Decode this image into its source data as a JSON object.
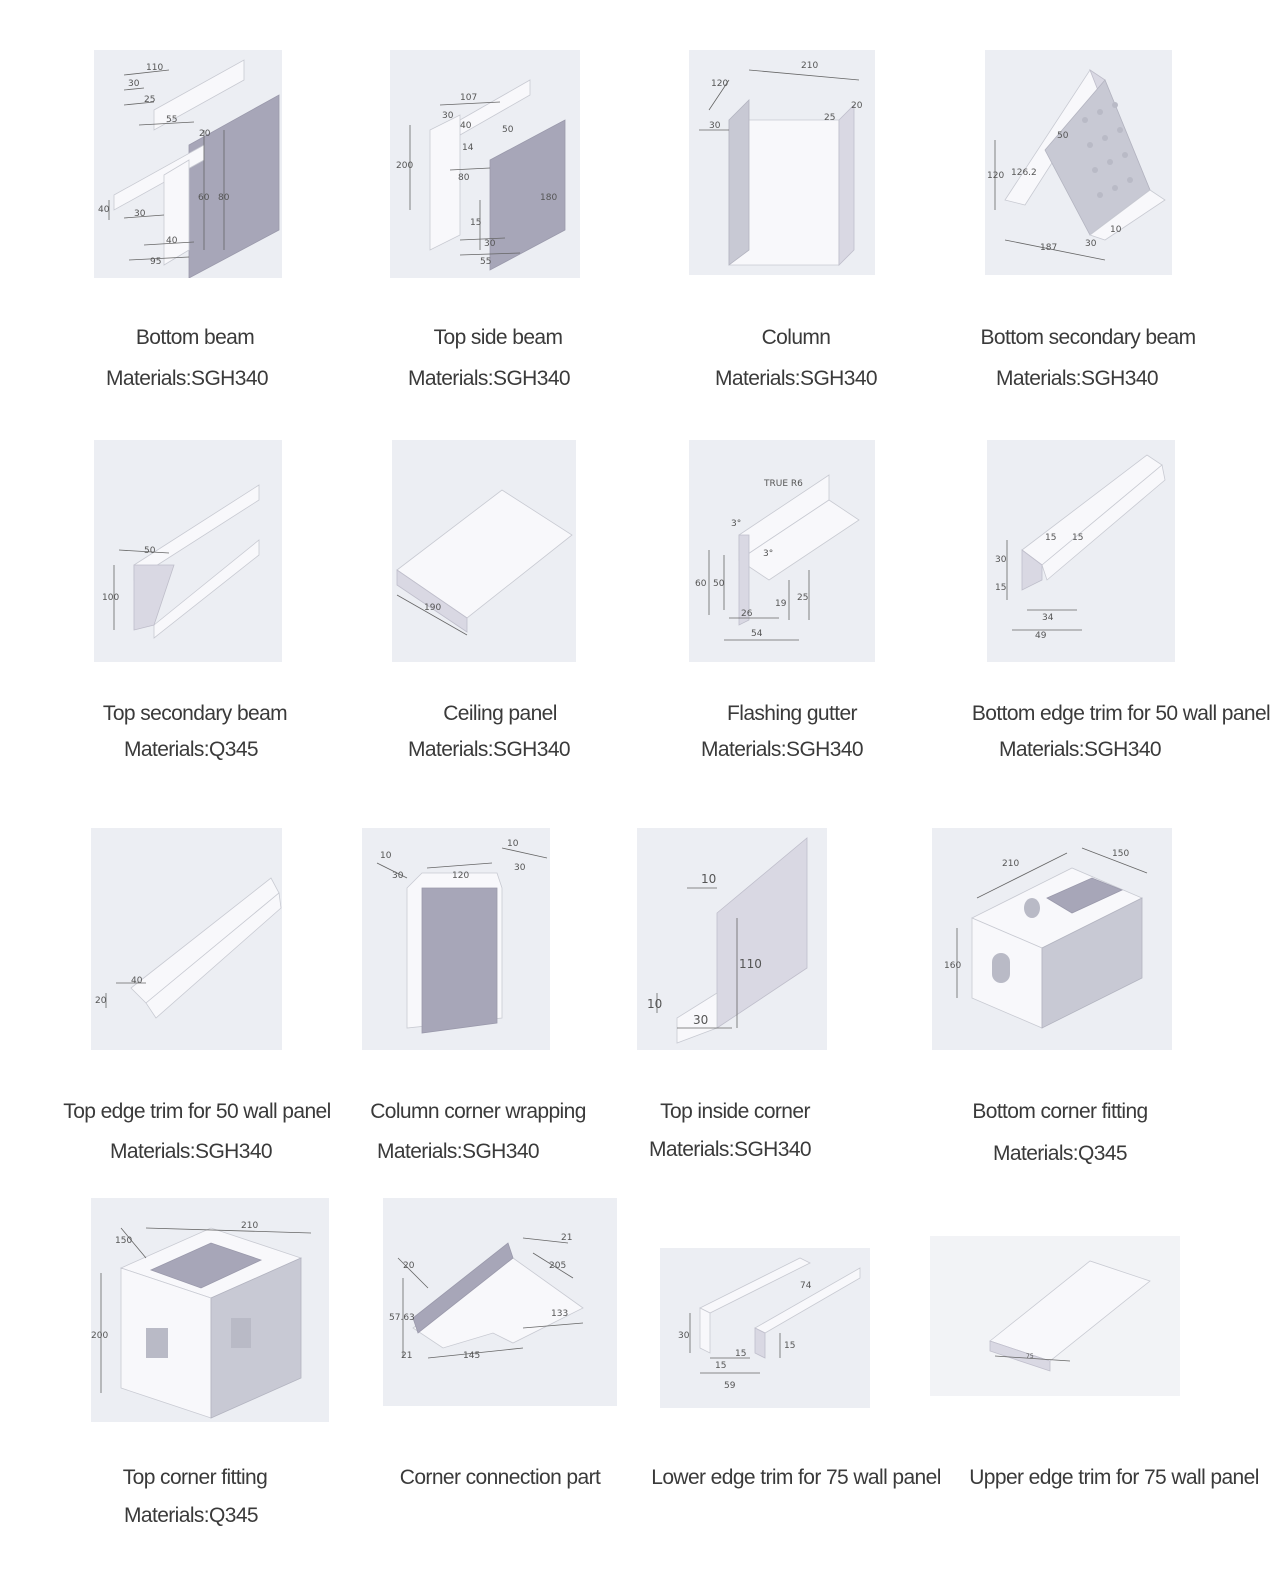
{
  "parts": [
    {
      "title": "Bottom beam",
      "material": "Materials:SGH340",
      "dims": [
        "110",
        "30",
        "25",
        "55",
        "20",
        "60",
        "80",
        "40",
        "30",
        "40",
        "95"
      ]
    },
    {
      "title": "Top side beam",
      "material": "Materials:SGH340",
      "dims": [
        "107",
        "30",
        "40",
        "200",
        "50",
        "14",
        "80",
        "180",
        "15",
        "30",
        "55"
      ]
    },
    {
      "title": "Column",
      "material": "Materials:SGH340",
      "dims": [
        "210",
        "120",
        "30",
        "25",
        "20"
      ]
    },
    {
      "title": "Bottom secondary beam",
      "material": "Materials:SGH340",
      "dims": [
        "50",
        "120",
        "126.2",
        "10",
        "30",
        "187"
      ]
    },
    {
      "title": "Top secondary beam",
      "material": "Materials:Q345",
      "dims": [
        "50",
        "100"
      ]
    },
    {
      "title": "Ceiling panel",
      "material": "Materials:SGH340",
      "dims": [
        "190"
      ]
    },
    {
      "title": "Flashing gutter",
      "material": "Materials:SGH340",
      "dims": [
        "TRUE R6",
        "3°",
        "3°",
        "60",
        "50",
        "19",
        "25",
        "26",
        "54"
      ]
    },
    {
      "title": "Bottom edge trim for 50 wall panel",
      "material": "Materials:SGH340",
      "dims": [
        "30",
        "15",
        "15",
        "15",
        "34",
        "49"
      ]
    },
    {
      "title": "Top edge trim for 50 wall panel",
      "material": "Materials:SGH340",
      "dims": [
        "40",
        "20"
      ]
    },
    {
      "title": "Column corner wrapping",
      "material": "Materials:SGH340",
      "dims": [
        "10",
        "30",
        "120",
        "10",
        "30"
      ]
    },
    {
      "title": "Top inside corner",
      "material": "Materials:SGH340",
      "dims": [
        "10",
        "110",
        "10",
        "30"
      ]
    },
    {
      "title": "Bottom corner fitting",
      "material": "Materials:Q345",
      "dims": [
        "210",
        "150",
        "160"
      ]
    },
    {
      "title": "Top corner fitting",
      "material": "Materials:Q345",
      "dims": [
        "150",
        "210",
        "200"
      ]
    },
    {
      "title": "Corner connection part",
      "material": "",
      "dims": [
        "20",
        "21",
        "205",
        "57.63",
        "133",
        "21",
        "145"
      ]
    },
    {
      "title": "Lower edge trim for 75 wall panel",
      "material": "",
      "dims": [
        "74",
        "30",
        "15",
        "15",
        "15",
        "59"
      ]
    },
    {
      "title": "Upper edge trim for 75 wall panel",
      "material": "",
      "dims": [
        "75"
      ]
    }
  ]
}
